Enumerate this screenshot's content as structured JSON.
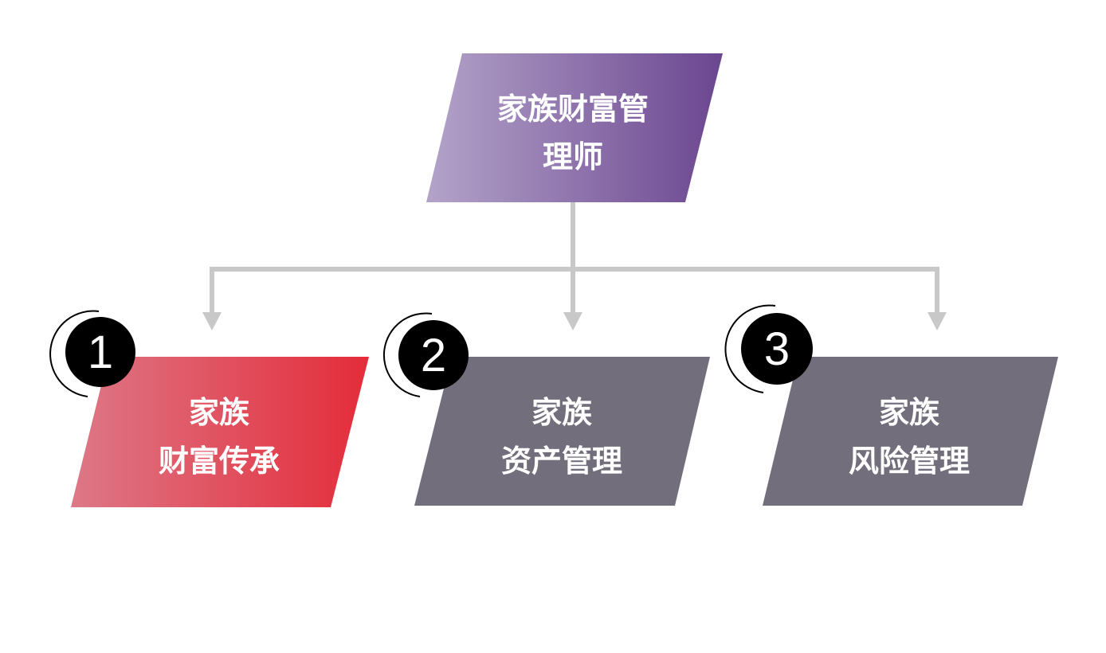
{
  "top": {
    "line1": "家族财富管",
    "line2": "理师"
  },
  "items": [
    {
      "number": "1",
      "line1": "家族",
      "line2": "财富传承"
    },
    {
      "number": "2",
      "line1": "家族",
      "line2": "资产管理"
    },
    {
      "number": "3",
      "line1": "家族",
      "line2": "风险管理"
    }
  ],
  "colors": {
    "top_gradient": [
      "#b3a3c9",
      "#6b4690"
    ],
    "item1_gradient": [
      "#dd7887",
      "#e42c3a"
    ],
    "item_gray": "#726e7b",
    "connector": "#c8c8c8",
    "badge": "#000000"
  }
}
